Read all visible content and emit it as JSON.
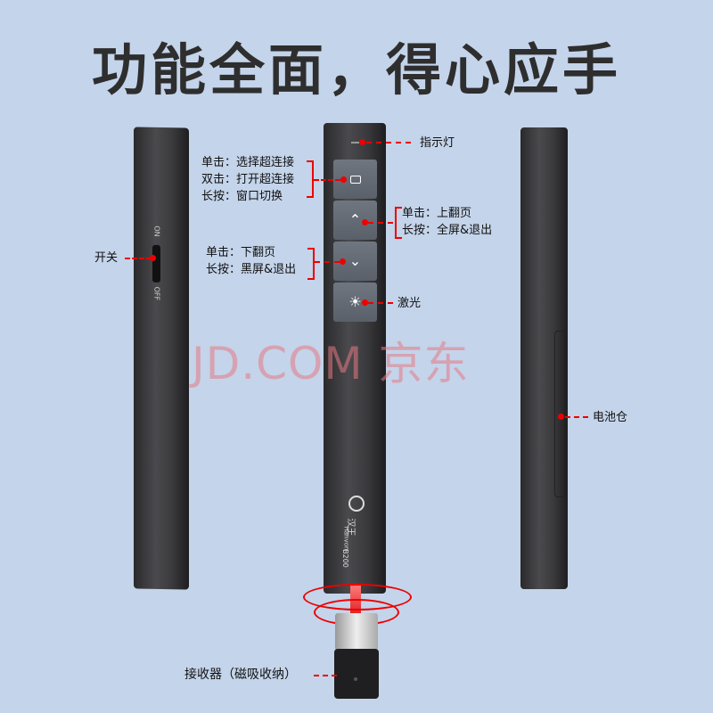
{
  "title": "功能全面，得心应手",
  "watermark": "JD.COM 京东",
  "labels": {
    "indicator": "指示灯",
    "btn1": [
      "单击：选择超连接",
      "双击：打开超连接",
      "长按：窗口切换"
    ],
    "btn2": [
      "单击：上翻页",
      "长按：全屏&退出"
    ],
    "btn3": [
      "单击：下翻页",
      "长按：黑屏&退出"
    ],
    "laser": "激光",
    "switch": "开关",
    "switch_on": "ON",
    "switch_off": "OFF",
    "battery": "电池仓",
    "receiver": "接收器（磁吸收纳）"
  },
  "device": {
    "brand": "汉王",
    "brand_en": "Hanvon",
    "model": "B200"
  },
  "icons": [
    "window-icon",
    "chevron-up-icon",
    "chevron-down-icon",
    "laser-icon"
  ],
  "colors": {
    "background": "#c4d4ea",
    "accent": "#e00000"
  }
}
